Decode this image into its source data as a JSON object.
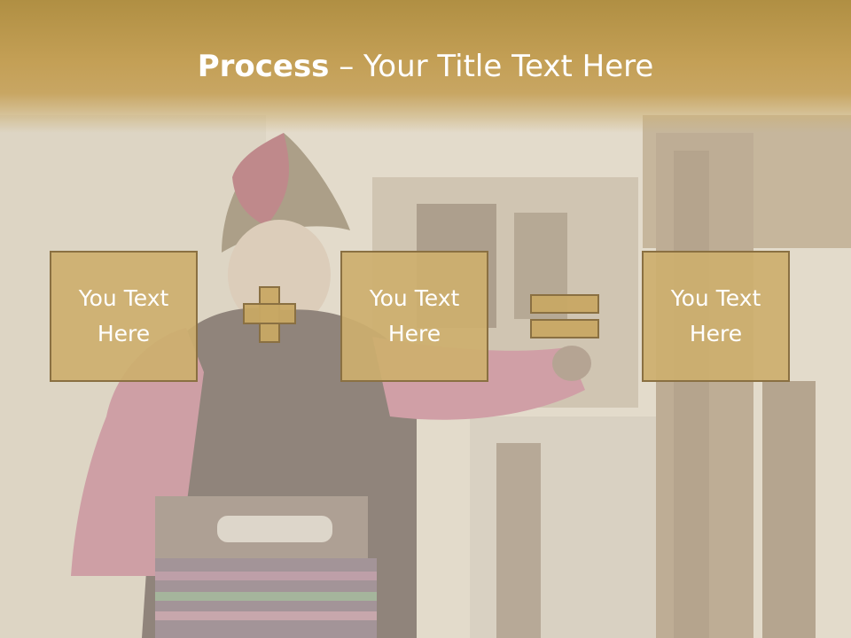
{
  "slide": {
    "title_bold": "Process",
    "title_rest": " – Your Title Text Here"
  },
  "process": {
    "boxes": [
      {
        "line1": "You Text",
        "line2": "Here"
      },
      {
        "line1": "You Text",
        "line2": "Here"
      },
      {
        "line1": "You Text",
        "line2": "Here"
      }
    ],
    "operators": [
      "plus",
      "equals"
    ]
  },
  "colors": {
    "title_band": "#c39f55",
    "box_fill": "#cdaf6e",
    "box_border": "#8a7042",
    "text": "#ffffff"
  }
}
